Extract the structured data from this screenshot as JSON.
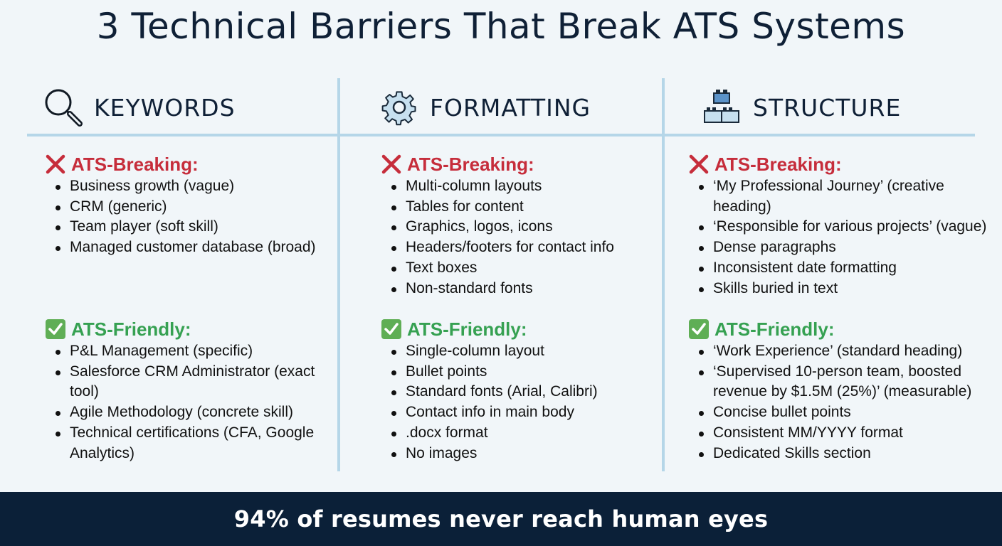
{
  "title": "3 Technical Barriers That Break ATS Systems",
  "colors": {
    "background": "#f1f6f9",
    "title": "#0f2036",
    "divider": "#b5d6e8",
    "breaking": "#c62d3b",
    "friendly": "#36a152",
    "footer_bg": "#0b2038",
    "footer_text": "#ffffff"
  },
  "columns": [
    {
      "heading": "KEYWORDS",
      "icon": "magnifying-glass-icon",
      "breaking": {
        "label": "ATS-Breaking:",
        "icon": "red-x-icon",
        "items": [
          "Business growth (vague)",
          "CRM (generic)",
          "Team player (soft skill)",
          "Managed customer database (broad)"
        ]
      },
      "friendly": {
        "label": "ATS-Friendly:",
        "icon": "green-check-icon",
        "items": [
          "P&L Management (specific)",
          "Salesforce CRM Administrator (exact tool)",
          "Agile Methodology (concrete skill)",
          "Technical certifications (CFA, Google Analytics)"
        ]
      }
    },
    {
      "heading": "FORMATTING",
      "icon": "gear-icon",
      "breaking": {
        "label": "ATS-Breaking:",
        "icon": "red-x-icon",
        "items": [
          "Multi-column layouts",
          "Tables for content",
          "Graphics, logos, icons",
          "Headers/footers for contact info",
          "Text boxes",
          "Non-standard fonts"
        ]
      },
      "friendly": {
        "label": "ATS-Friendly:",
        "icon": "green-check-icon",
        "items": [
          "Single-column layout",
          "Bullet points",
          "Standard fonts (Arial, Calibri)",
          "Contact info in main body",
          ".docx format",
          "No images"
        ]
      }
    },
    {
      "heading": "STRUCTURE",
      "icon": "building-blocks-icon",
      "breaking": {
        "label": "ATS-Breaking:",
        "icon": "red-x-icon",
        "items": [
          "‘My Professional Journey’ (creative heading)",
          "‘Responsible for various projects’ (vague)",
          "Dense paragraphs",
          "Inconsistent date formatting",
          "Skills buried in text"
        ]
      },
      "friendly": {
        "label": "ATS-Friendly:",
        "icon": "green-check-icon",
        "items": [
          "‘Work Experience’ (standard heading)",
          "‘Supervised 10-person team, boosted revenue by $1.5M (25%)’ (measurable)",
          "Concise bullet points",
          "Consistent MM/YYYY format",
          "Dedicated Skills section"
        ]
      }
    }
  ],
  "footer": {
    "text": "94% of resumes never reach human eyes"
  }
}
